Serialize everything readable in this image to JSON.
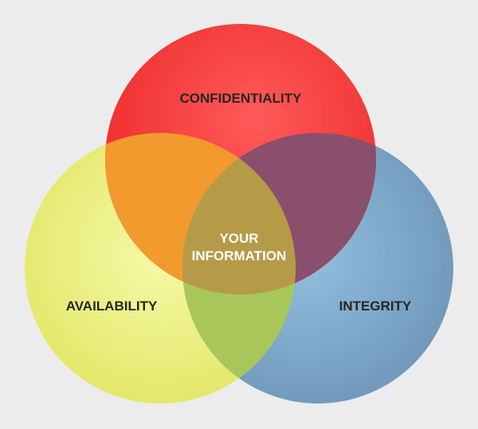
{
  "diagram": {
    "sets": [
      {
        "id": "confidentiality",
        "label": "CONFIDENTIALITY",
        "color": "#f7383a"
      },
      {
        "id": "availability",
        "label": "AVAILABILITY",
        "color": "#eef27c"
      },
      {
        "id": "integrity",
        "label": "INTEGRITY",
        "color": "#7ba8cc"
      }
    ],
    "center_label": {
      "line1": "YOUR",
      "line2": "INFORMATION"
    },
    "background": "#ececec"
  }
}
